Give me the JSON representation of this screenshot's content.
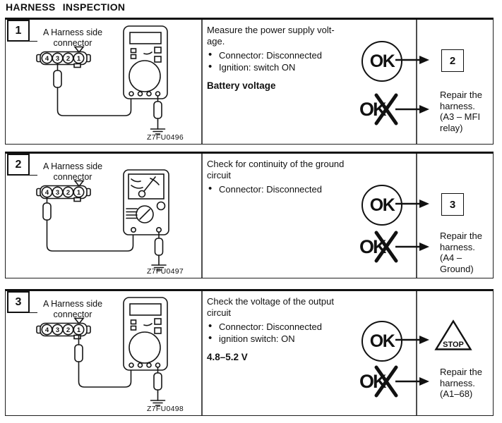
{
  "page": {
    "title": "HARNESS INSPECTION"
  },
  "symbols": {
    "ok": "OK",
    "not_ok": "OK",
    "stop": "STOP"
  },
  "connector": {
    "label_line1": "A Harness side",
    "label_line2": "connector",
    "pins": [
      "4",
      "3",
      "2",
      "1"
    ]
  },
  "steps": [
    {
      "number": "1",
      "figure_code": "Z7FU0496",
      "instruction": {
        "line1": "Measure the power supply volt-",
        "line2": "age.",
        "bullets": [
          "Connector: Disconnected",
          "Ignition: switch ON"
        ],
        "spec": "Battery voltage"
      },
      "ok_result": {
        "step": "2"
      },
      "nok_result": {
        "lines": [
          "Repair the",
          "harness.",
          "(A3 – MFI",
          "relay)"
        ]
      }
    },
    {
      "number": "2",
      "figure_code": "Z7FU0497",
      "instruction": {
        "line1": "Check for continuity of the ground",
        "line2": "circuit",
        "bullets": [
          "Connector: Disconnected"
        ]
      },
      "ok_result": {
        "step": "3"
      },
      "nok_result": {
        "lines": [
          "Repair the",
          "harness.",
          "(A4 –",
          "Ground)"
        ]
      }
    },
    {
      "number": "3",
      "figure_code": "Z7FU0498",
      "instruction": {
        "line1": "Check the voltage of the output",
        "line2": "circuit",
        "bullets": [
          "Connector: Disconnected",
          "ignition switch: ON"
        ],
        "spec": "4.8–5.2 V"
      },
      "ok_result": {
        "stop": "STOP"
      },
      "nok_result": {
        "lines": [
          "Repair the",
          "harness.",
          "(A1–68)"
        ]
      }
    }
  ]
}
